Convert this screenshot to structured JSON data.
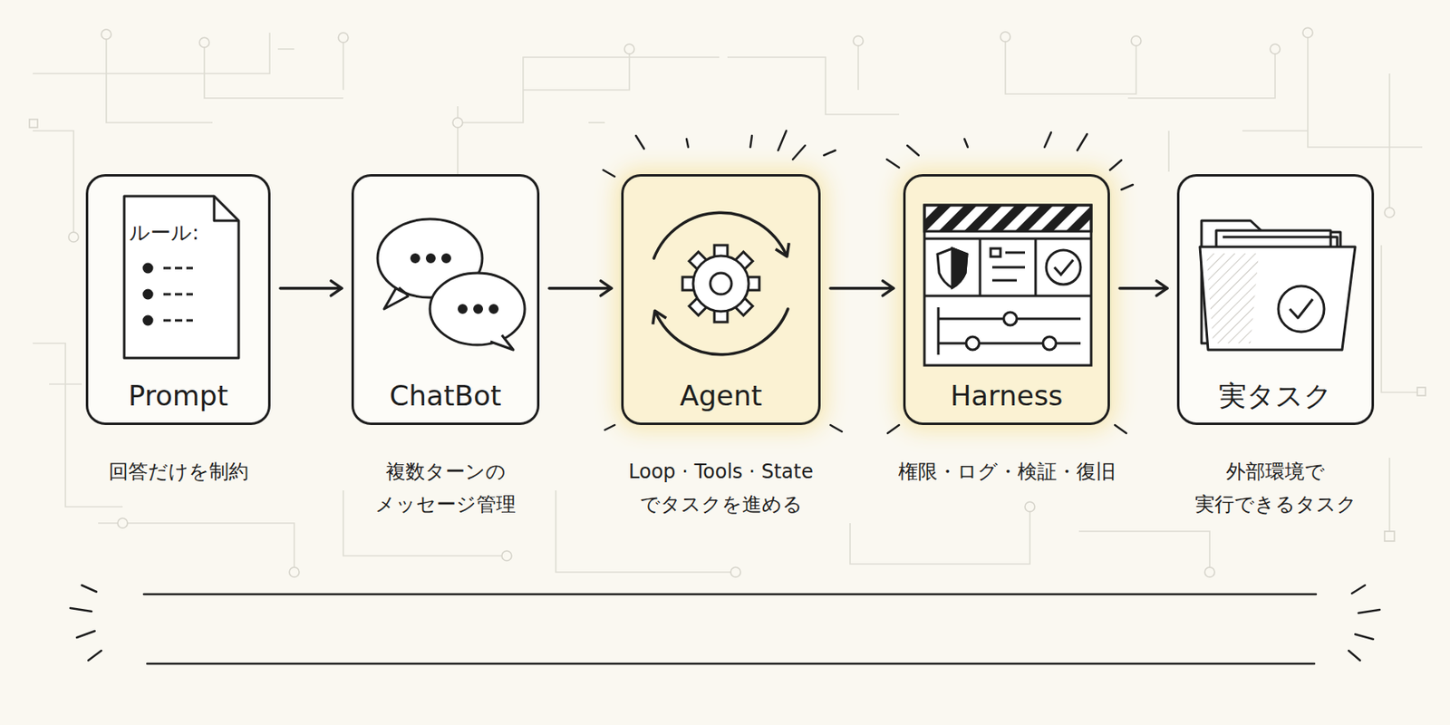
{
  "diagram": {
    "nodes": [
      {
        "text": [
          "Prompt",
          "回答だけを制約"
        ]
      },
      {
        "text": [
          "ChatBot",
          "複数ターンの メッセージ管理"
        ]
      },
      {
        "text": [
          "Agent",
          "Loop · Tools · State でタスクを進める"
        ]
      },
      {
        "text": [
          "Harness",
          "権限・ログ・検証・復旧"
        ]
      },
      {
        "text": [
          "実タスク",
          "外部環境で 実行できるタスク"
        ]
      }
    ],
    "edges": [
      {
        "from": 0,
        "to": 1,
        "arrow": "to"
      },
      {
        "from": 1,
        "to": 2,
        "arrow": "to"
      },
      {
        "from": 2,
        "to": 3,
        "arrow": "to"
      },
      {
        "from": 3,
        "to": 4,
        "arrow": "to"
      }
    ],
    "labels": [
      "ルール:"
    ]
  }
}
